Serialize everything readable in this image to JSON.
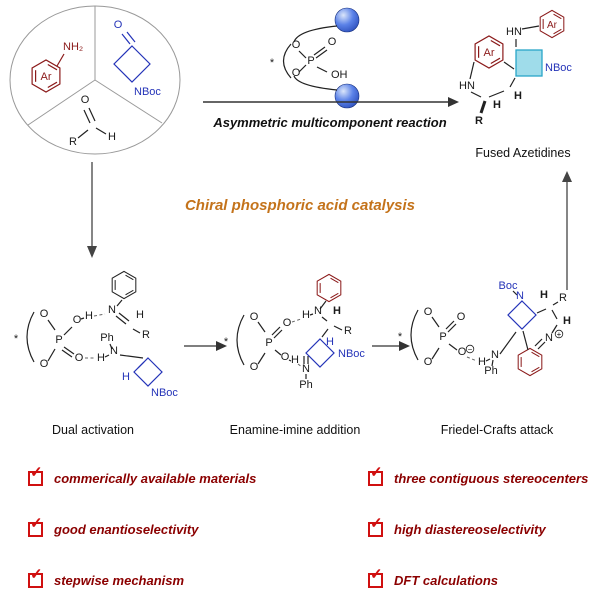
{
  "colors": {
    "aryl_dark_red": "#8B1A1A",
    "azetidine_blue": "#2433B8",
    "highlight_cyan": "#9FDCEA",
    "headline_orange": "#C4731B",
    "checklist_text_red": "#8B0000",
    "checkbox_red": "#D01010",
    "sphere_blue": "#3B5FD9"
  },
  "reactants": {
    "nh2": "NH₂",
    "ar": "Ar",
    "azetidinone_o": "O",
    "azetidinone_nboc": "NBoc",
    "aldehyde_o": "O",
    "aldehyde_r": "R",
    "aldehyde_h": "H"
  },
  "catalyst": {
    "star": "*",
    "o_top": "O",
    "o_bottom": "O",
    "p": "P",
    "o_double": "O",
    "oh": "OH"
  },
  "reaction": {
    "label": "Asymmetric multicomponent reaction"
  },
  "product": {
    "ar_fused": "Ar",
    "hn_ring": "HN",
    "hn_top": "HN",
    "ar_top": "Ar",
    "nboc": "NBoc",
    "r": "R",
    "h1": "H",
    "h2": "H",
    "caption": "Fused Azetidines"
  },
  "headline": "Chiral phosphoric acid catalysis",
  "mech1": {
    "caption": "Dual activation",
    "star": "*",
    "o1": "O",
    "o2": "O",
    "p": "P",
    "o3": "O",
    "h3": "H",
    "n_imine": "N",
    "r": "R",
    "h_imine": "H",
    "o4": "O",
    "h4": "H",
    "n_enamine": "N",
    "ph": "Ph",
    "h_blue": "H",
    "nboc": "NBoc"
  },
  "mech2": {
    "caption": "Enamine-imine addition",
    "star": "*",
    "o1": "O",
    "o2": "O",
    "p": "P",
    "o3": "O",
    "h3": "H",
    "n_amine": "N",
    "r": "R",
    "h_stereo": "H",
    "o4": "O",
    "h4": "H",
    "n_iminium": "N",
    "ph": "Ph",
    "h_blue": "H",
    "nboc": "NBoc"
  },
  "mech3": {
    "caption": "Friedel-Crafts attack",
    "star": "*",
    "o1": "O",
    "o2": "O",
    "p": "P",
    "o3": "O",
    "o4": "O",
    "minus": "−",
    "h_bond": "H",
    "n_ph": "N",
    "ph": "Ph",
    "boc": "Boc",
    "n_ring": "N",
    "r": "R",
    "h1": "H",
    "h2": "H",
    "n_iminium": "N",
    "plus": "+"
  },
  "checklist": {
    "check": "✓",
    "left": [
      "commerically available materials",
      "good enantioselectivity",
      "stepwise mechanism"
    ],
    "right": [
      "three contiguous stereocenters",
      "high diastereoselectivity",
      "DFT calculations"
    ]
  }
}
